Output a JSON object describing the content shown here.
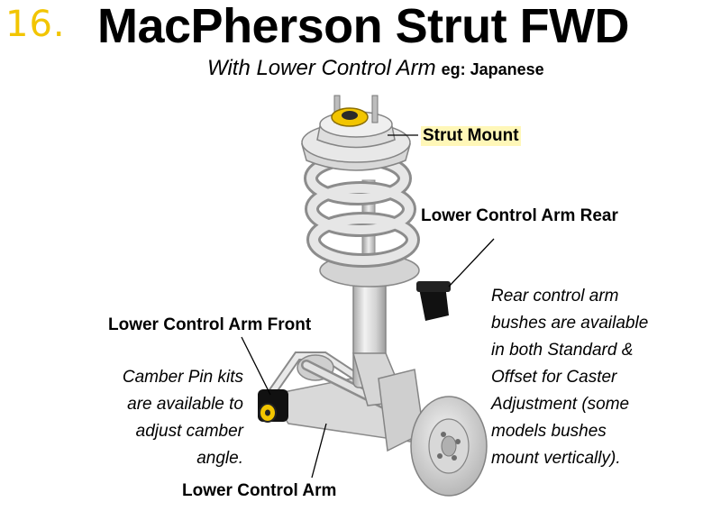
{
  "header": {
    "number": "16.",
    "title": "MacPherson Strut FWD",
    "subtitle": "With Lower Control Arm",
    "subtitle_eg": "eg: Japanese"
  },
  "labels": {
    "strut_mount": "Strut Mount",
    "lca_rear": "Lower Control Arm Rear",
    "lca_front": "Lower Control Arm Front",
    "lca": "Lower Control Arm"
  },
  "notes": {
    "rear": [
      "Rear control arm",
      "bushes are available",
      "in both Standard &",
      "Offset for Caster",
      "Adjustment (some",
      "models bushes",
      "mount vertically)."
    ],
    "camber": [
      "Camber Pin kits",
      "are available to",
      "adjust camber",
      "angle."
    ]
  },
  "colors": {
    "accent_yellow": "#f2c500",
    "bush_black": "#111111",
    "metal_light": "#e6e6e6",
    "metal_shade": "#b5b5b5"
  }
}
